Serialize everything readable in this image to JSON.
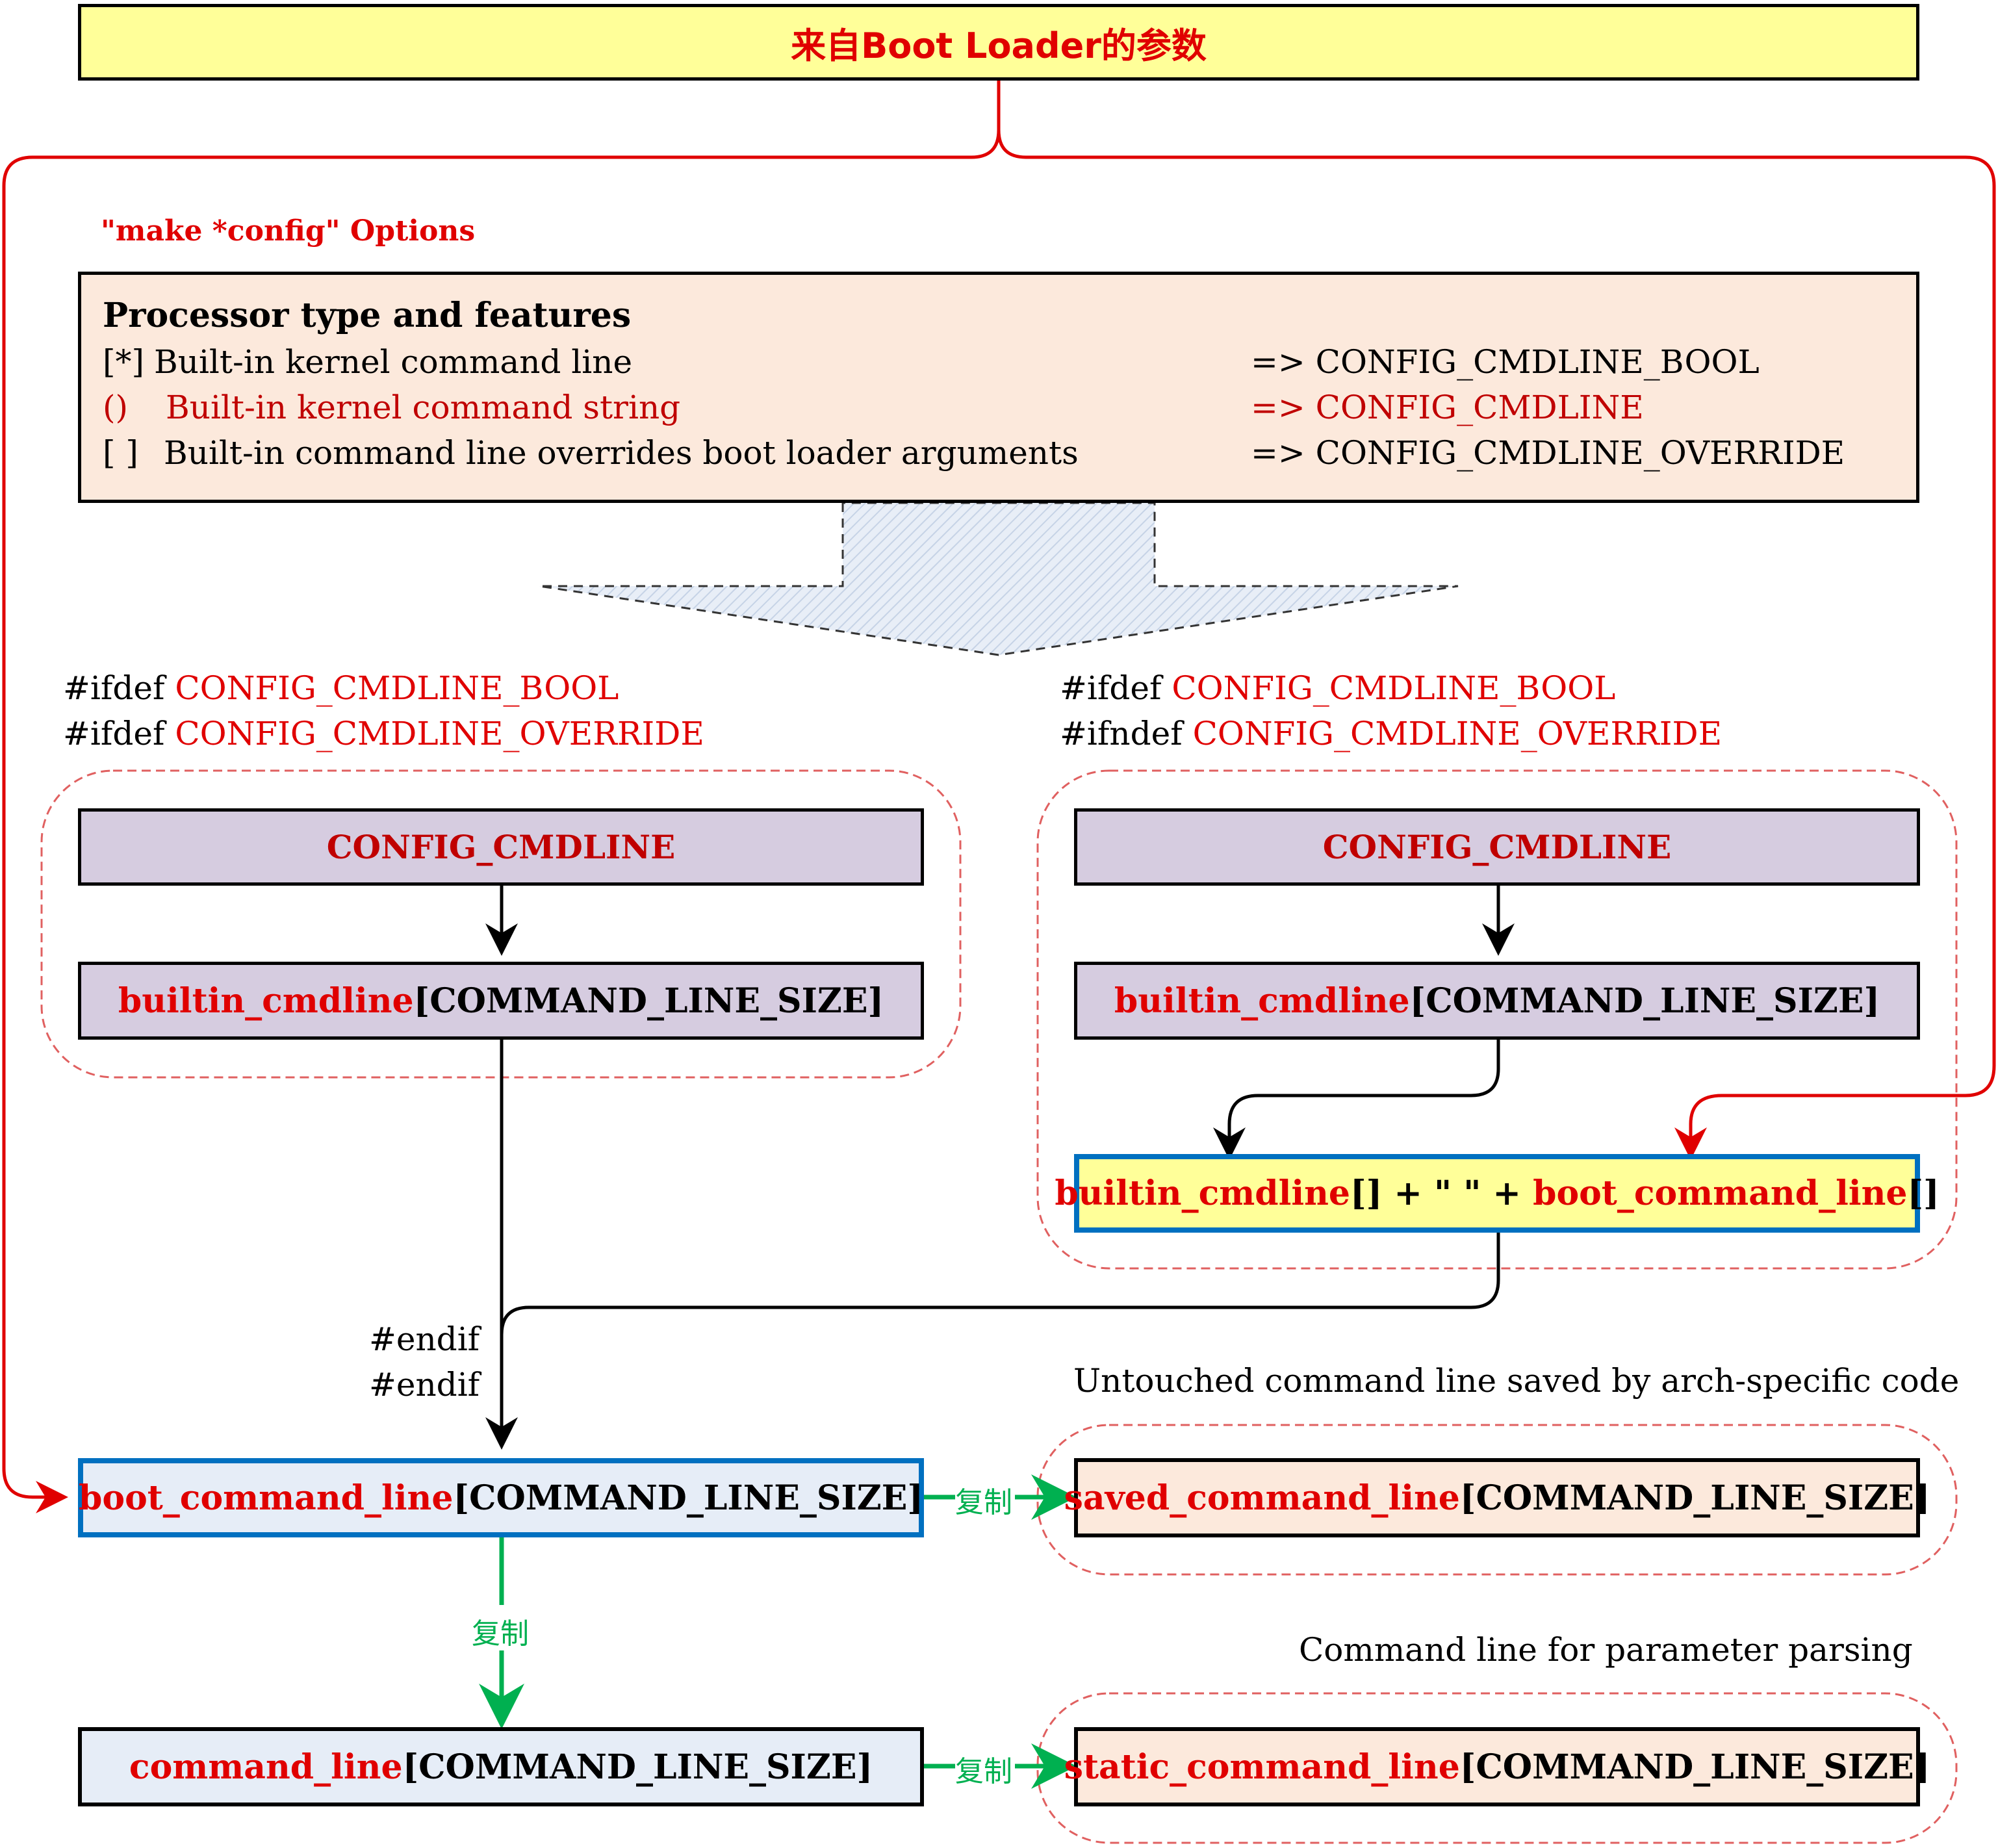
{
  "top_box": {
    "text": "来自Boot Loader的参数"
  },
  "menuconfig": {
    "caption": "\"make *config\" Options",
    "heading": "Processor type and features",
    "rows": [
      {
        "mark": "[*]",
        "label": "Built-in kernel command line",
        "config": "=> CONFIG_CMDLINE_BOOL"
      },
      {
        "mark": "()",
        "label": "Built-in kernel command string",
        "config": "=> CONFIG_CMDLINE"
      },
      {
        "mark": "[ ]",
        "label": "Built-in command line overrides boot loader arguments",
        "config": "=> CONFIG_CMDLINE_OVERRIDE"
      }
    ]
  },
  "left_branch": {
    "cond1_kw": "#ifdef",
    "cond1_sym": "CONFIG_CMDLINE_BOOL",
    "cond2_kw": "#ifdef",
    "cond2_sym": "CONFIG_CMDLINE_OVERRIDE",
    "config_box": "CONFIG_CMDLINE",
    "builtin_name": "builtin_cmdline",
    "builtin_size": "[COMMAND_LINE_SIZE]"
  },
  "right_branch": {
    "cond1_kw": "#ifdef",
    "cond1_sym": "CONFIG_CMDLINE_BOOL",
    "cond2_kw": "#ifndef",
    "cond2_sym": "CONFIG_CMDLINE_OVERRIDE",
    "config_box": "CONFIG_CMDLINE",
    "builtin_name": "builtin_cmdline",
    "builtin_size": "[COMMAND_LINE_SIZE]",
    "concat": {
      "part1": "builtin_cmdline",
      "part2": "[] + \" \" + ",
      "part3": "boot_command_line",
      "part4": "[]"
    }
  },
  "endif_labels": [
    "#endif",
    "#endif"
  ],
  "saved_caption": "Untouched command line saved by arch-specific code",
  "static_caption": "Command line for parameter parsing",
  "copy_label": "复制",
  "boxes": {
    "boot": {
      "name": "boot_command_line",
      "size": "[COMMAND_LINE_SIZE]"
    },
    "saved": {
      "name": "saved_command_line",
      "size": "[COMMAND_LINE_SIZE]"
    },
    "command": {
      "name": "command_line",
      "size": "[COMMAND_LINE_SIZE]"
    },
    "static": {
      "name": "static_command_line",
      "size": "[COMMAND_LINE_SIZE]"
    }
  },
  "colors": {
    "highlight_red": "#e00000",
    "config_red": "#c00000",
    "copy_green": "#00b050",
    "blue_border": "#0070c0",
    "purple_fill": "#d6cce0",
    "yellow_fill": "#ffff99",
    "peach_fill": "#fce9dc",
    "lightblue_fill": "#e6edf7"
  }
}
